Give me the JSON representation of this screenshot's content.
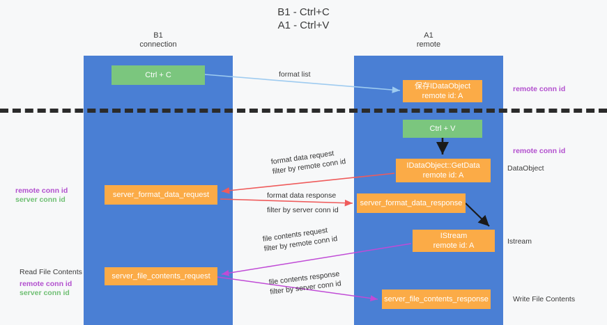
{
  "title": {
    "line1": "B1 - Ctrl+C",
    "line2": "A1 - Ctrl+V"
  },
  "columns": [
    {
      "id": "b1",
      "name": "B1",
      "sub": "connection"
    },
    {
      "id": "a1",
      "name": "A1",
      "sub": "remote"
    }
  ],
  "boxes": {
    "ctrl_c": {
      "line1": "Ctrl + C",
      "line2": ""
    },
    "save_idataobject": {
      "line1": "保存IDataObject",
      "line2": "remote id: A"
    },
    "ctrl_v": {
      "line1": "Ctrl + V",
      "line2": ""
    },
    "getdata": {
      "line1": "IDataObject::GetData",
      "line2": "remote id: A"
    },
    "server_format_data_request": {
      "line1": "server_format_data_request",
      "line2": ""
    },
    "server_format_data_response": {
      "line1": "server_format_data_response",
      "line2": ""
    },
    "istream": {
      "line1": "IStream",
      "line2": "remote id: A"
    },
    "server_file_contents_request": {
      "line1": "server_file_contents_request",
      "line2": ""
    },
    "server_file_contents_response": {
      "line1": "server_file_contents_response",
      "line2": ""
    }
  },
  "labels": {
    "format_list": "format list",
    "remote_conn_id_top": "remote conn id",
    "remote_conn_id_mid": "remote conn id",
    "data_object": "DataObject",
    "istream_outside": "Istream",
    "write_file_contents": "Write File Contents",
    "read_file_contents": "Read File Contents",
    "left_remote_conn_id": "remote conn id",
    "left_server_conn_id": "server conn id",
    "left_remote_conn_id_2": "remote conn id",
    "left_server_conn_id_2": "server conn id"
  },
  "arrow_captions": {
    "format_data_request": {
      "text": "format data request",
      "filter_prefix": "filter by ",
      "filter_key": "remote conn id"
    },
    "format_data_response": {
      "text": "format data response",
      "filter_prefix": "filter by ",
      "filter_key": "server conn id"
    },
    "file_contents_request": {
      "text": "file contents request",
      "filter_prefix": "filter by ",
      "filter_key": "remote conn id"
    },
    "file_contents_response": {
      "text": "file contents response",
      "filter_prefix": "filter by ",
      "filter_key": "server conn id"
    }
  },
  "colors": {
    "column_blue": "#4a7fd4",
    "box_orange": "#fbab47",
    "box_green": "#7bc67e",
    "accent_purple": "#b24fce",
    "accent_green": "#6fbf73",
    "accent_magenta": "#c04bd6",
    "arrow_red": "#ef5b5b",
    "arrow_lightblue": "#9ecbf0",
    "arrow_black": "#1a1a1a",
    "background": "#f7f8f9",
    "dashed_line": "#2b2b2b"
  }
}
